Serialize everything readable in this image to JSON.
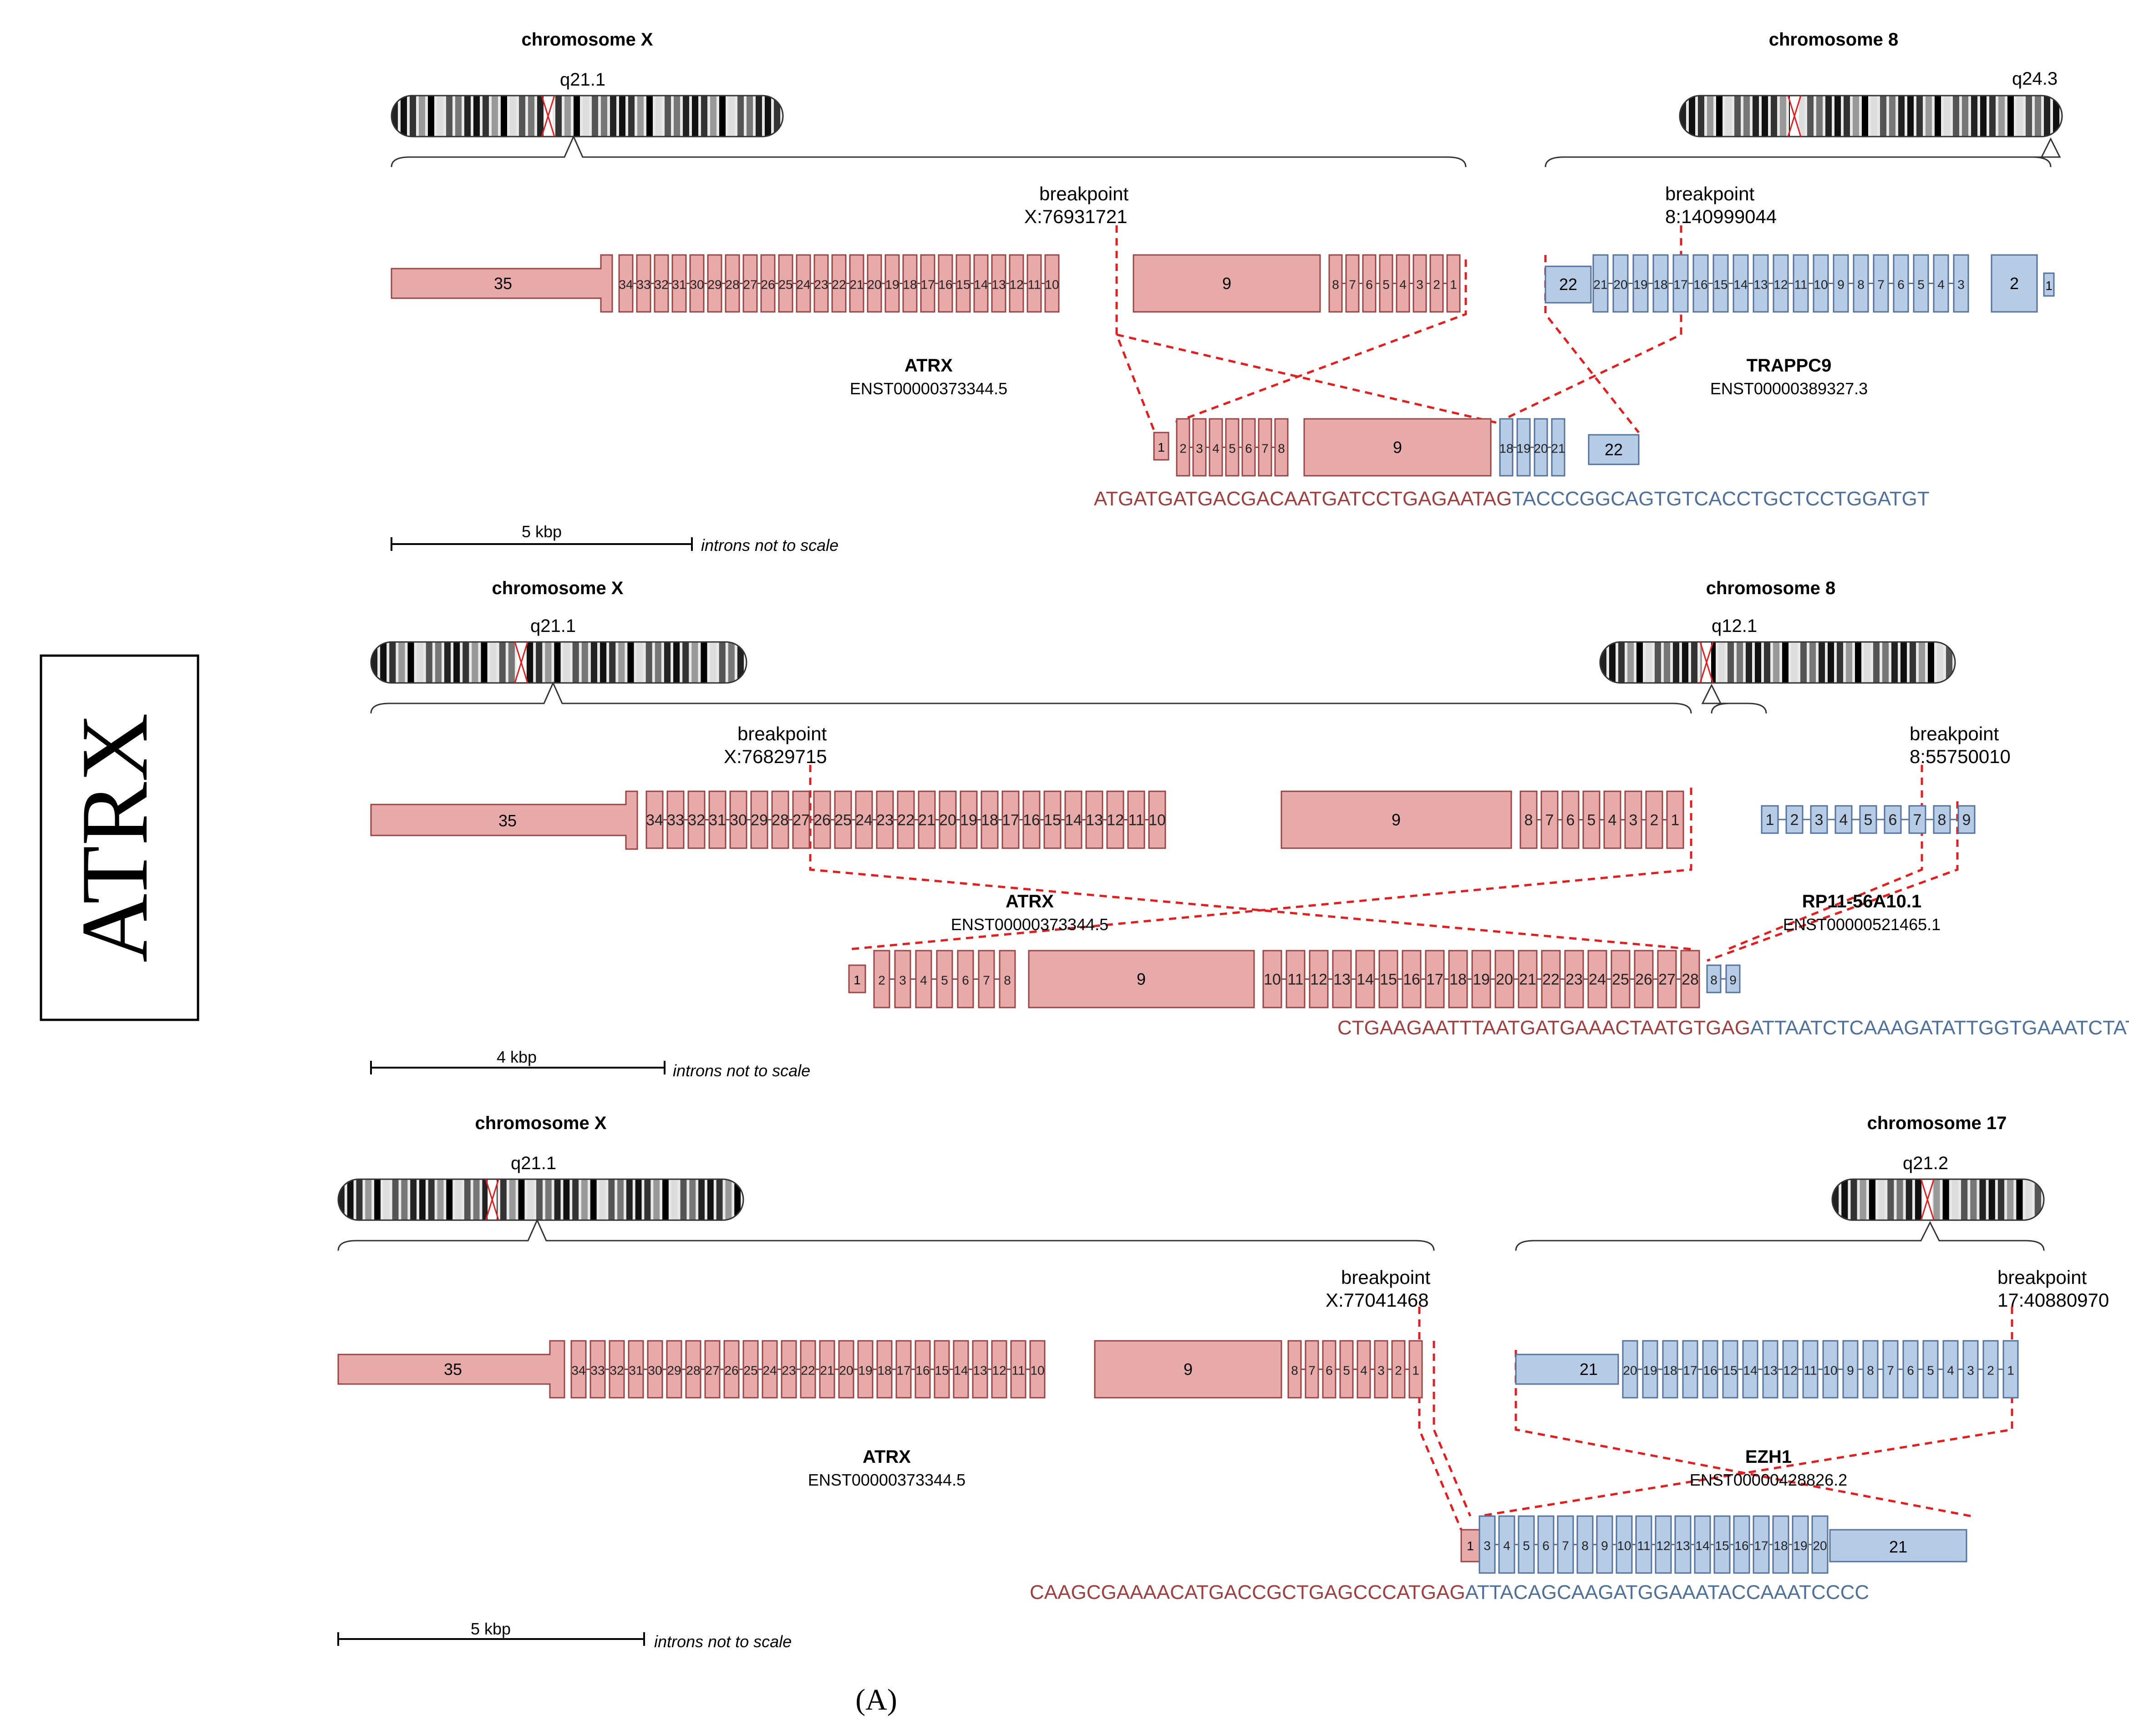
{
  "side_label": "ATRX",
  "panel_label": "(A)",
  "colors": {
    "atrx_fill": "#e8a9a9",
    "atrx_stroke": "#9a4545",
    "partner_fill": "#b5cbe6",
    "partner_stroke": "#55739c",
    "break_line": "#e02020",
    "seq_left": "#9c4040",
    "seq_right": "#4f7099"
  },
  "icons": [
    "chromosome-ideogram-icon",
    "exon-arrow-icon",
    "scale-bar-icon"
  ],
  "common": {
    "breakpoint_word": "breakpoint",
    "introns_note": "introns not to scale"
  },
  "fusions": [
    {
      "left_chrom": "chromosome X",
      "left_band": "q21.1",
      "right_chrom": "chromosome 8",
      "right_band": "q24.3",
      "left_breakpoint": "X:76931721",
      "right_breakpoint": "8:140999044",
      "left_gene": "ATRX",
      "left_transcript": "ENST00000373344.5",
      "right_gene": "TRAPPC9",
      "right_transcript": "ENST00000389327.3",
      "seq_left": "ATGATGATGACGACAATGATCCTGAGAATAG",
      "seq_right": "TACCCGGCAGTGTCACCTGCTCCTGGATGT",
      "scale_label": "5 kbp"
    },
    {
      "left_chrom": "chromosome X",
      "left_band": "q21.1",
      "right_chrom": "chromosome 8",
      "right_band": "q12.1",
      "left_breakpoint": "X:76829715",
      "right_breakpoint": "8:55750010",
      "left_gene": "ATRX",
      "left_transcript": "ENST00000373344.5",
      "right_gene": "RP11-56A10.1",
      "right_transcript": "ENST00000521465.1",
      "seq_left": "CTGAAGAATTTAATGATGAAACTAATGTGAG",
      "seq_right": "ATTAATCTCAAAGATATTGGTGAAATCTAT",
      "scale_label": "4 kbp"
    },
    {
      "left_chrom": "chromosome X",
      "left_band": "q21.1",
      "right_chrom": "chromosome 17",
      "right_band": "q21.2",
      "left_breakpoint": "X:77041468",
      "right_breakpoint": "17:40880970",
      "left_gene": "ATRX",
      "left_transcript": "ENST00000373344.5",
      "right_gene": "EZH1",
      "right_transcript": "ENST00000428826.2",
      "seq_left": "CAAGCGAAAACATGACCGCTGAGCCCATGAG",
      "seq_right": "ATTACAGCAAGATGGAAATACCAAATCCCC",
      "scale_label": "5 kbp"
    }
  ]
}
